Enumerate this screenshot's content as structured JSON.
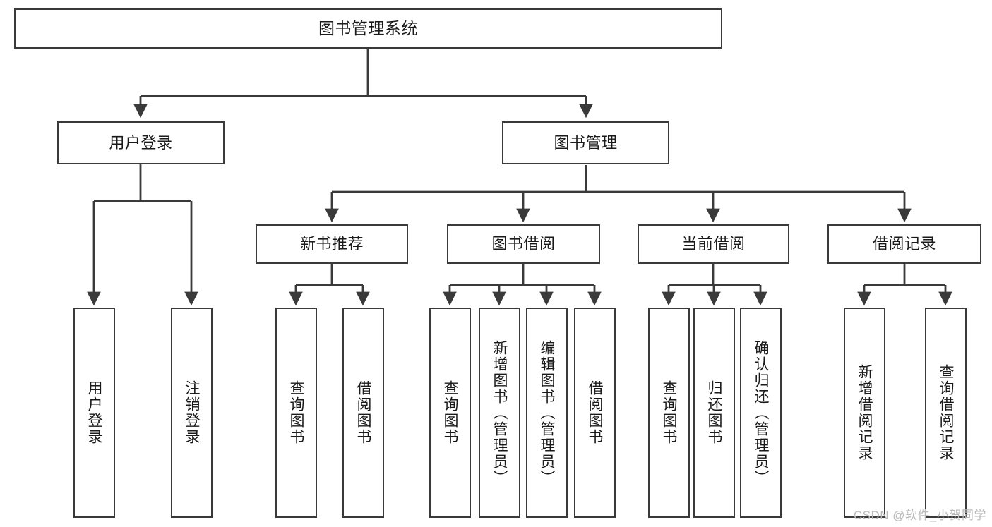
{
  "diagram": {
    "title": "图书管理系统",
    "type": "tree-hierarchy-diagram",
    "background_color": "#ffffff",
    "line_color": "#3a3a3a",
    "text_color": "#1a1a1a"
  },
  "nodes": {
    "root": {
      "label": "图书管理系统"
    },
    "level2": [
      {
        "id": "user-login",
        "label": "用户登录"
      },
      {
        "id": "book-management",
        "label": "图书管理"
      }
    ],
    "level3": [
      {
        "id": "new-book-recommend",
        "label": "新书推荐"
      },
      {
        "id": "book-borrow",
        "label": "图书借阅"
      },
      {
        "id": "current-borrow",
        "label": "当前借阅"
      },
      {
        "id": "borrow-record",
        "label": "借阅记录"
      }
    ],
    "leaves": {
      "user_login": [
        {
          "id": "leaf-user-login",
          "label": "用户登录"
        },
        {
          "id": "leaf-logout-login",
          "label": "注销登录"
        }
      ],
      "new_book_recommend": [
        {
          "id": "leaf-query-book-1",
          "label": "查询图书"
        },
        {
          "id": "leaf-borrow-book-1",
          "label": "借阅图书"
        }
      ],
      "book_borrow": [
        {
          "id": "leaf-query-book-2",
          "label": "查询图书"
        },
        {
          "id": "leaf-add-book",
          "label": "新增图书（管理员）"
        },
        {
          "id": "leaf-edit-book",
          "label": "编辑图书（管理员）"
        },
        {
          "id": "leaf-borrow-book-2",
          "label": "借阅图书"
        }
      ],
      "current_borrow": [
        {
          "id": "leaf-query-book-3",
          "label": "查询图书"
        },
        {
          "id": "leaf-return-book",
          "label": "归还图书"
        },
        {
          "id": "leaf-confirm-return",
          "label": "确认归还（管理员）"
        }
      ],
      "borrow_record": [
        {
          "id": "leaf-add-record",
          "label": "新增借阅记录"
        },
        {
          "id": "leaf-query-record",
          "label": "查询借阅记录"
        }
      ]
    }
  },
  "watermark": {
    "text": "CSDN @软件_小贺同学"
  }
}
